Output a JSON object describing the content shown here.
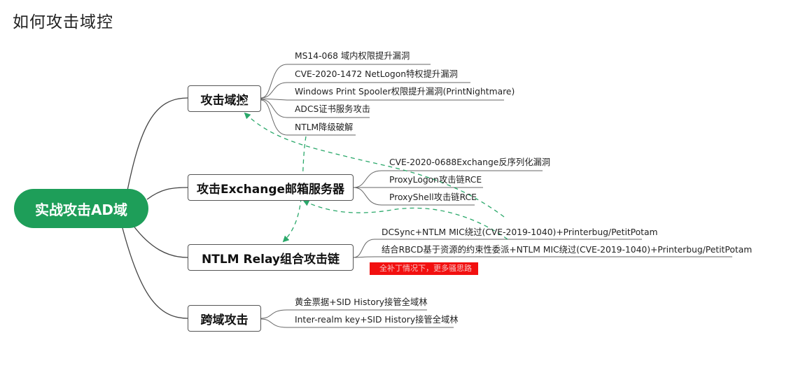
{
  "title": "如何攻击域控",
  "root": "实战攻击AD域",
  "branches": [
    {
      "label": "攻击域控",
      "leaves": [
        "MS14-068 域内权限提升漏洞",
        "CVE-2020-1472 NetLogon特权提升漏洞",
        "Windows Print Spooler权限提升漏洞(PrintNightmare)",
        "ADCS证书服务攻击",
        "NTLM降级破解"
      ]
    },
    {
      "label": "攻击Exchange邮箱服务器",
      "leaves": [
        "CVE-2020-0688Exchange反序列化漏洞",
        "ProxyLogon攻击链RCE",
        "ProxyShell攻击链RCE"
      ]
    },
    {
      "label": "NTLM Relay组合攻击链",
      "leaves": [
        "DCSync+NTLM MIC绕过(CVE-2019-1040)+Printerbug/PetitPotam",
        "结合RBCD基于资源的约束性委派+NTLM MIC绕过(CVE-2019-1040)+Printerbug/PetitPotam",
        "全补丁情况下，更多骚思路"
      ]
    },
    {
      "label": "跨域攻击",
      "leaves": [
        "黄金票据+SID History接管全域林",
        "Inter-realm key+SID History接管全域林"
      ]
    }
  ],
  "colors": {
    "root": "#1e9e59",
    "dashed_link": "#2aa86a",
    "highlight": "#f21010"
  },
  "icons": [
    "mouse-cursor-icon"
  ]
}
